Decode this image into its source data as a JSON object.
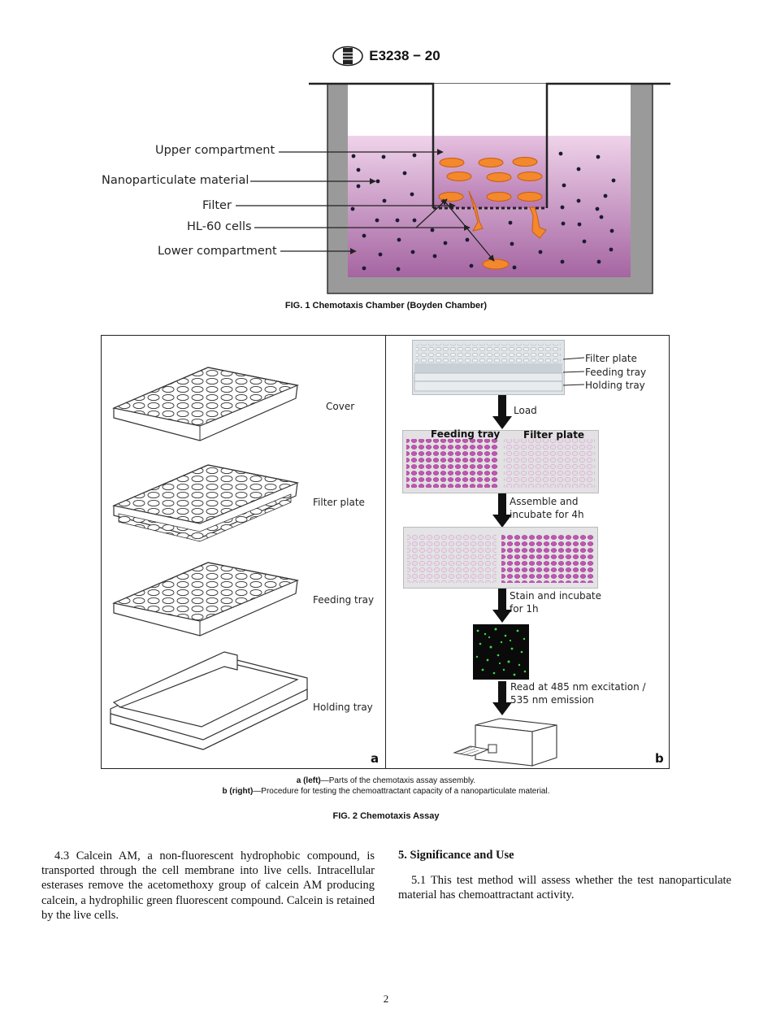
{
  "header": {
    "code": "E3238 − 20"
  },
  "fig1": {
    "labels": [
      "Upper compartment",
      "Nanoparticulate material",
      "Filter",
      "HL-60 cells",
      "Lower compartment"
    ],
    "caption": "FIG. 1 Chemotaxis Chamber (Boyden Chamber)"
  },
  "fig2": {
    "left_labels": [
      "Cover",
      "Filter plate",
      "Feeding tray",
      "Holding tray"
    ],
    "panel_a": "a",
    "panel_b": "b",
    "right_plate_labels": [
      "Filter plate",
      "Feeding tray",
      "Holding tray"
    ],
    "steps": [
      "Load",
      "Assemble and incubate for 4h",
      "Stain and incubate for 1h",
      "Read at 485 nm excitation / 535 nm emission"
    ],
    "photo2_left": "Feeding tray",
    "photo2_right": "Filter plate",
    "sub_a_bold": "a (left)",
    "sub_a_text": "—Parts of the chemotaxis assay assembly.",
    "sub_b_bold": "b (right)",
    "sub_b_text": "—Procedure for testing the chemoattractant capacity of a nanoparticulate material.",
    "caption": "FIG. 2 Chemotaxis Assay"
  },
  "left_col": "4.3 Calcein AM, a non-fluorescent hydrophobic compound, is transported through the cell membrane into live cells. Intracellular esterases remove the acetomethoxy group of calcein AM producing calcein, a hydrophilic green fluorescent compound. Calcein is retained by the live cells.",
  "section": {
    "title": "5. Significance and Use",
    "para": "5.1 This test method will assess whether the test nanoparticulate material has chemoattractant activity."
  },
  "page_number": "2"
}
